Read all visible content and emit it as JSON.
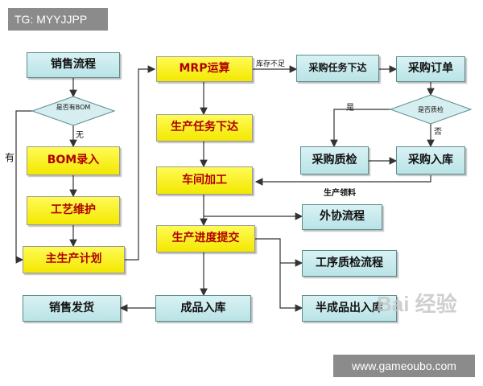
{
  "header_tag": "TG: MYYJJPP",
  "footer_tag": "www.gameoubo.com",
  "watermark": "Bai 经验",
  "nodes": {
    "sales_process": "销售流程",
    "bom_decision": "是否有BOM",
    "bom_entry": "BOM录入",
    "process_maintenance": "工艺维护",
    "master_production_plan": "主生产计划",
    "mrp": "MRP运算",
    "production_task": "生产任务下达",
    "workshop": "车间加工",
    "progress_submit": "生产进度提交",
    "finished_inbound": "成品入库",
    "sales_delivery": "销售发货",
    "purchase_task": "采购任务下达",
    "purchase_order": "采购订单",
    "qc_decision": "是否质检",
    "purchase_qc": "采购质检",
    "purchase_inbound": "采购入库",
    "outsourcing": "外协流程",
    "process_qc": "工序质检流程",
    "semi_finished": "半成品出入库"
  },
  "edge_labels": {
    "no": "无",
    "yes_left": "有",
    "stock_insufficient": "库存不足",
    "qc_yes": "是",
    "qc_no": "否",
    "material_issue": "生产领料"
  }
}
